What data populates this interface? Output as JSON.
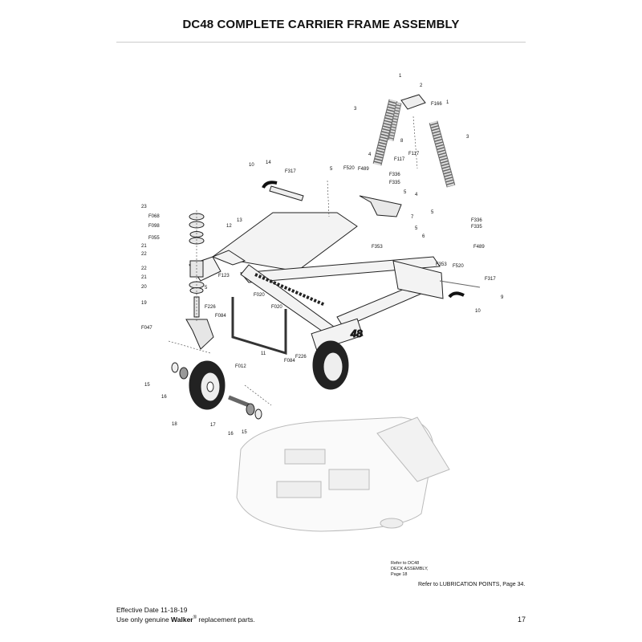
{
  "page": {
    "title": "DC48 COMPLETE CARRIER FRAME ASSEMBLY",
    "page_number": "17"
  },
  "footer": {
    "effective_date": "Effective Date 11-18-19",
    "notice_prefix": "Use only genuine ",
    "brand": "Walker",
    "registered": "®",
    "notice_suffix": " replacement parts."
  },
  "references": {
    "deck_line1": "Refer to DC48",
    "deck_line2": "DECK ASSEMBLY,",
    "deck_line3": "Page 18",
    "lubrication": "Refer to LUBRICATION POINTS, Page 34."
  },
  "frame_decal": "48",
  "callouts": {
    "c1a": "1",
    "c2": "2",
    "c3a": "3",
    "cF166": "F166",
    "c1b": "1",
    "c3b": "3",
    "c8": "8",
    "c4a": "4",
    "cF117a": "F117",
    "cF117b": "F117",
    "c10a": "10",
    "c14": "14",
    "cF317a": "F317",
    "c5a": "5",
    "cF520a": "F520",
    "cF489a": "F489",
    "cF336a": "F336",
    "cF335a": "F335",
    "c5b": "5",
    "c4b": "4",
    "c7": "7",
    "c5c": "5",
    "cF336b": "F336",
    "cF335b": "F335",
    "cF353a": "F353",
    "c5d": "5",
    "c6": "6",
    "cF489b": "F489",
    "cF353b": "F353",
    "cF520b": "F520",
    "cF317b": "F317",
    "c9": "9",
    "c10b": "10",
    "c23": "23",
    "cF068": "F068",
    "cF098": "F098",
    "cF055": "F055",
    "c21a": "21",
    "c22a": "22",
    "c13": "13",
    "c12": "12",
    "c22b": "22",
    "c21b": "21",
    "c20": "20",
    "c5e": "5",
    "cF123": "F123",
    "c19": "19",
    "cF226a": "F226",
    "cF084a": "F084",
    "cF020a": "F020",
    "cF020b": "F020",
    "cF047": "F047",
    "c11": "11",
    "cF084b": "F084",
    "cF226b": "F226",
    "cF012": "F012",
    "c15a": "15",
    "c16a": "16",
    "c18": "18",
    "c17": "17",
    "c16b": "16",
    "c15b": "15"
  }
}
